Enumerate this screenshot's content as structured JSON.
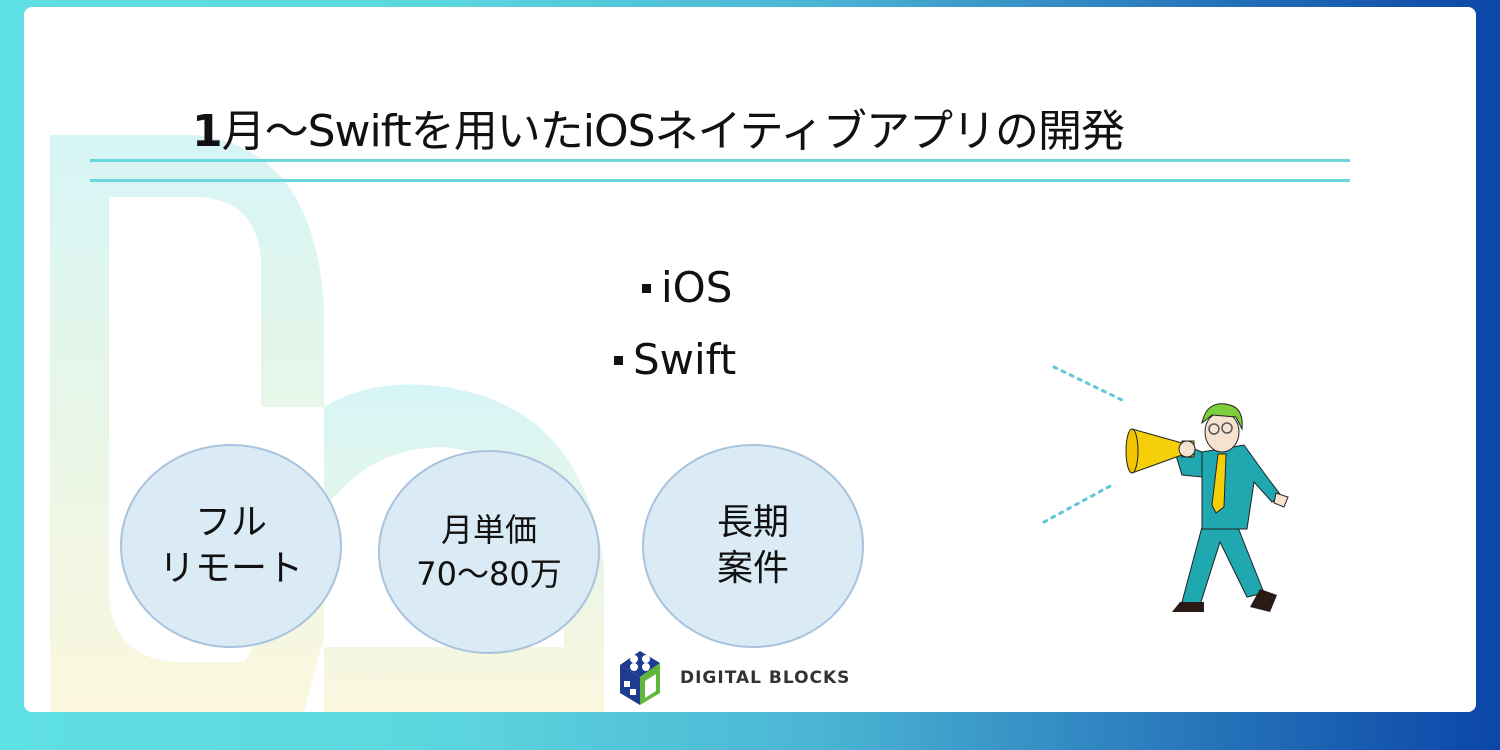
{
  "slide": {
    "title_num": "1",
    "title_rest": "月〜Swiftを用いたiOSネイティブアプリの開発",
    "tech_list": [
      {
        "label": "iOS"
      },
      {
        "label": "Swift"
      }
    ],
    "badges": [
      {
        "lines": [
          "フル",
          "リモート"
        ]
      },
      {
        "lines": [
          "月単価",
          "70〜80万"
        ]
      },
      {
        "lines": [
          "長期",
          "案件"
        ]
      }
    ],
    "logo": {
      "text": "DIGITAL BLOCKS",
      "icon": "dice-blocks-icon"
    },
    "illustration": {
      "icon": "man-with-megaphone-icon"
    }
  },
  "colors": {
    "bg_gradient_start": "#5fe0e4",
    "bg_gradient_end": "#0b46a8",
    "rule": "#6ad6dd",
    "badge_fill": "#daebf5",
    "badge_border": "#a9c2de",
    "suit": "#1fa8b0",
    "megaphone": "#f5d00a",
    "hair": "#7ccf3a"
  }
}
